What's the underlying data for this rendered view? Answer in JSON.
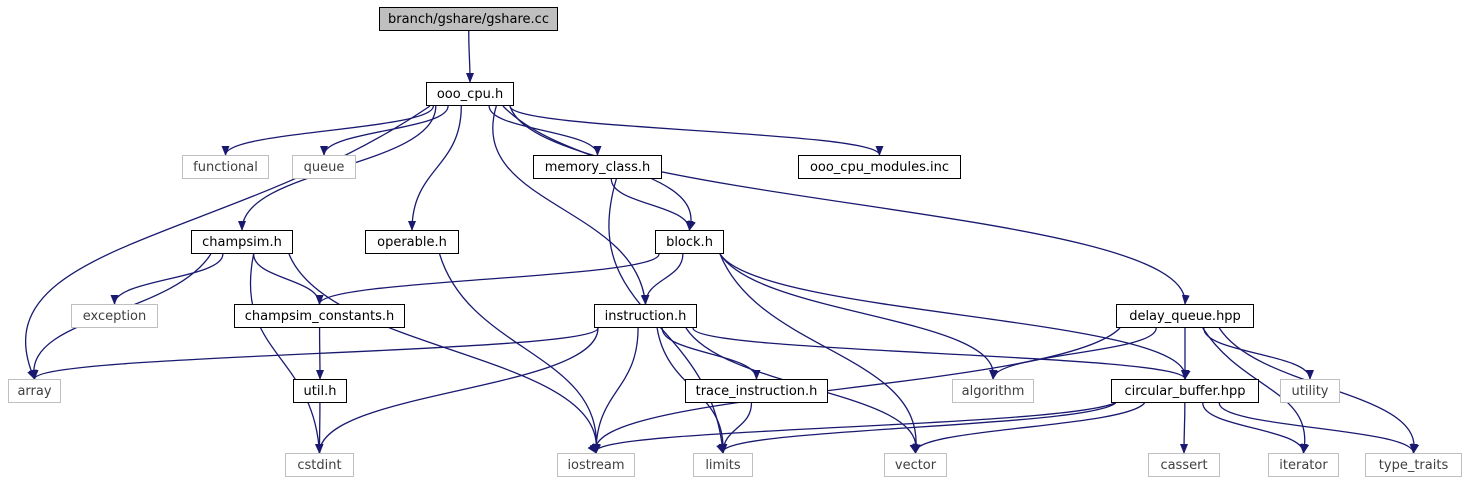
{
  "colors": {
    "edge": "#191970",
    "root_fill": "#bfbfbf",
    "local_border": "#000000",
    "external_border": "#bfbfbf",
    "external_text": "#404040"
  },
  "nodes": {
    "gshare_cc": {
      "label": "branch/gshare/gshare.cc"
    },
    "ooo_cpu_h": {
      "label": "ooo_cpu.h"
    },
    "functional": {
      "label": "functional"
    },
    "queue": {
      "label": "queue"
    },
    "memory_class_h": {
      "label": "memory_class.h"
    },
    "ooo_cpu_modules": {
      "label": "ooo_cpu_modules.inc"
    },
    "champsim_h": {
      "label": "champsim.h"
    },
    "operable_h": {
      "label": "operable.h"
    },
    "block_h": {
      "label": "block.h"
    },
    "exception": {
      "label": "exception"
    },
    "champsim_const": {
      "label": "champsim_constants.h"
    },
    "instruction_h": {
      "label": "instruction.h"
    },
    "delay_queue": {
      "label": "delay_queue.hpp"
    },
    "array": {
      "label": "array"
    },
    "util_h": {
      "label": "util.h"
    },
    "trace_instr": {
      "label": "trace_instruction.h"
    },
    "algorithm": {
      "label": "algorithm"
    },
    "circular_buffer": {
      "label": "circular_buffer.hpp"
    },
    "utility": {
      "label": "utility"
    },
    "cstdint": {
      "label": "cstdint"
    },
    "iostream": {
      "label": "iostream"
    },
    "limits": {
      "label": "limits"
    },
    "vector": {
      "label": "vector"
    },
    "cassert": {
      "label": "cassert"
    },
    "iterator": {
      "label": "iterator"
    },
    "type_traits": {
      "label": "type_traits"
    }
  },
  "edges": [
    [
      "gshare_cc",
      "ooo_cpu_h"
    ],
    [
      "ooo_cpu_h",
      "array"
    ],
    [
      "ooo_cpu_h",
      "functional"
    ],
    [
      "ooo_cpu_h",
      "queue"
    ],
    [
      "ooo_cpu_h",
      "champsim_h"
    ],
    [
      "ooo_cpu_h",
      "operable_h"
    ],
    [
      "ooo_cpu_h",
      "instruction_h"
    ],
    [
      "ooo_cpu_h",
      "memory_class_h"
    ],
    [
      "ooo_cpu_h",
      "block_h"
    ],
    [
      "ooo_cpu_h",
      "ooo_cpu_modules"
    ],
    [
      "ooo_cpu_h",
      "delay_queue"
    ],
    [
      "champsim_h",
      "array"
    ],
    [
      "champsim_h",
      "exception"
    ],
    [
      "champsim_h",
      "champsim_const"
    ],
    [
      "champsim_h",
      "cstdint"
    ],
    [
      "champsim_h",
      "iostream"
    ],
    [
      "operable_h",
      "iostream"
    ],
    [
      "memory_class_h",
      "block_h"
    ],
    [
      "memory_class_h",
      "limits"
    ],
    [
      "block_h",
      "champsim_const"
    ],
    [
      "block_h",
      "instruction_h"
    ],
    [
      "block_h",
      "algorithm"
    ],
    [
      "block_h",
      "circular_buffer"
    ],
    [
      "block_h",
      "vector"
    ],
    [
      "champsim_const",
      "util_h"
    ],
    [
      "util_h",
      "cstdint"
    ],
    [
      "instruction_h",
      "array"
    ],
    [
      "instruction_h",
      "cstdint"
    ],
    [
      "instruction_h",
      "iostream"
    ],
    [
      "instruction_h",
      "limits"
    ],
    [
      "instruction_h",
      "trace_instr"
    ],
    [
      "instruction_h",
      "vector"
    ],
    [
      "instruction_h",
      "circular_buffer"
    ],
    [
      "trace_instr",
      "limits"
    ],
    [
      "delay_queue",
      "algorithm"
    ],
    [
      "delay_queue",
      "circular_buffer"
    ],
    [
      "delay_queue",
      "utility"
    ],
    [
      "delay_queue",
      "iostream"
    ],
    [
      "delay_queue",
      "iterator"
    ],
    [
      "delay_queue",
      "type_traits"
    ],
    [
      "circular_buffer",
      "iostream"
    ],
    [
      "circular_buffer",
      "limits"
    ],
    [
      "circular_buffer",
      "vector"
    ],
    [
      "circular_buffer",
      "cassert"
    ],
    [
      "circular_buffer",
      "iterator"
    ],
    [
      "circular_buffer",
      "type_traits"
    ]
  ]
}
